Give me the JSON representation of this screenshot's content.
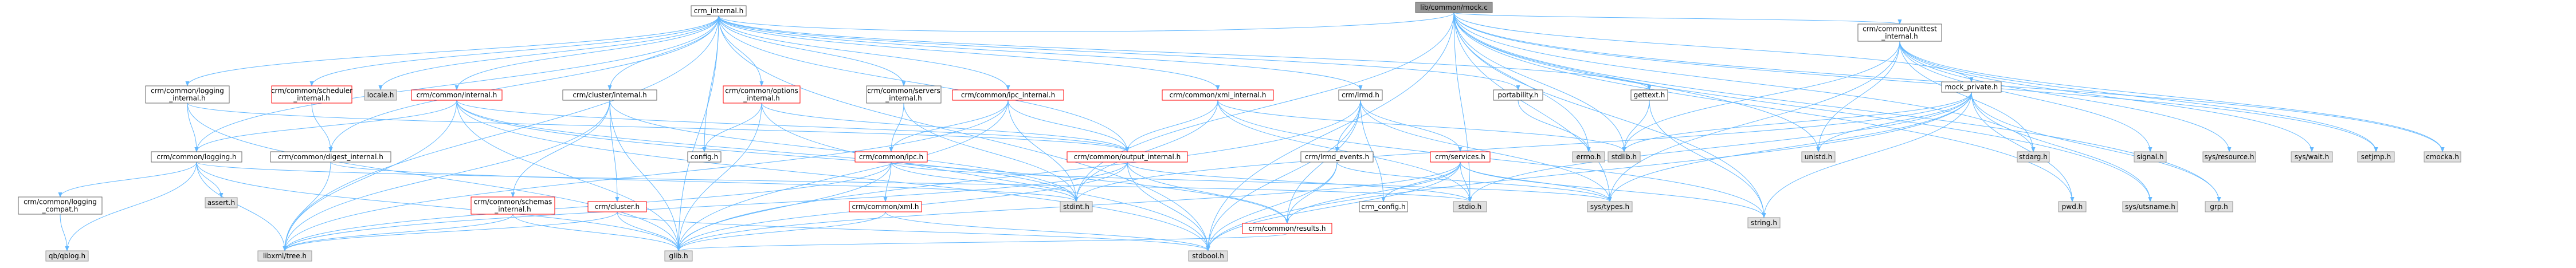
{
  "colors": {
    "edge": "#63b8ff",
    "node_fill": "#ffffff",
    "node_stroke_normal": "#666666",
    "node_stroke_expandable": "#ff0000",
    "leaf_fill": "#e0e0e0",
    "leaf_stroke": "#999999",
    "root_fill": "#999999",
    "root_stroke": "#666666",
    "text": "#000000",
    "text_expandable": "#000000"
  },
  "nodes": [
    {
      "id": "root",
      "label": [
        "lib/common/mock.c"
      ],
      "kind": "root"
    },
    {
      "id": "crm_internal",
      "label": [
        "crm_internal.h"
      ],
      "kind": "normal"
    },
    {
      "id": "unittest_internal",
      "label": [
        "crm/common/unittest",
        "_internal.h"
      ],
      "kind": "normal"
    },
    {
      "id": "mock_private",
      "label": [
        "mock_private.h"
      ],
      "kind": "normal"
    },
    {
      "id": "logging_internal",
      "label": [
        "crm/common/logging",
        "_internal.h"
      ],
      "kind": "normal"
    },
    {
      "id": "scheduler_internal",
      "label": [
        "crm/common/scheduler",
        "_internal.h"
      ],
      "kind": "red"
    },
    {
      "id": "locale",
      "label": [
        "locale.h"
      ],
      "kind": "leaf"
    },
    {
      "id": "common_internal",
      "label": [
        "crm/common/internal.h"
      ],
      "kind": "red"
    },
    {
      "id": "cluster_internal",
      "label": [
        "crm/cluster/internal.h"
      ],
      "kind": "normal"
    },
    {
      "id": "options_internal",
      "label": [
        "crm/common/options",
        "_internal.h"
      ],
      "kind": "red"
    },
    {
      "id": "servers_internal",
      "label": [
        "crm/common/servers",
        "_internal.h"
      ],
      "kind": "normal"
    },
    {
      "id": "ipc_internal",
      "label": [
        "crm/common/ipc_internal.h"
      ],
      "kind": "red"
    },
    {
      "id": "xml_internal",
      "label": [
        "crm/common/xml_internal.h"
      ],
      "kind": "red"
    },
    {
      "id": "lrmd",
      "label": [
        "crm/lrmd.h"
      ],
      "kind": "normal"
    },
    {
      "id": "portability",
      "label": [
        "portability.h"
      ],
      "kind": "normal"
    },
    {
      "id": "gettext",
      "label": [
        "gettext.h"
      ],
      "kind": "normal"
    },
    {
      "id": "logging",
      "label": [
        "crm/common/logging.h"
      ],
      "kind": "normal"
    },
    {
      "id": "digest_internal",
      "label": [
        "crm/common/digest_internal.h"
      ],
      "kind": "normal"
    },
    {
      "id": "config",
      "label": [
        "config.h"
      ],
      "kind": "normal"
    },
    {
      "id": "output_internal",
      "label": [
        "crm/common/output_internal.h"
      ],
      "kind": "red"
    },
    {
      "id": "ipc",
      "label": [
        "crm/common/ipc.h"
      ],
      "kind": "red"
    },
    {
      "id": "lrmd_events",
      "label": [
        "crm/lrmd_events.h"
      ],
      "kind": "normal"
    },
    {
      "id": "services",
      "label": [
        "crm/services.h"
      ],
      "kind": "red"
    },
    {
      "id": "errno",
      "label": [
        "errno.h"
      ],
      "kind": "leaf"
    },
    {
      "id": "stdlib",
      "label": [
        "stdlib.h"
      ],
      "kind": "leaf"
    },
    {
      "id": "unistd",
      "label": [
        "unistd.h"
      ],
      "kind": "leaf"
    },
    {
      "id": "logging_compat",
      "label": [
        "crm/common/logging",
        "_compat.h"
      ],
      "kind": "normal"
    },
    {
      "id": "assert",
      "label": [
        "assert.h"
      ],
      "kind": "leaf"
    },
    {
      "id": "schemas_internal",
      "label": [
        "crm/common/schemas",
        "_internal.h"
      ],
      "kind": "red"
    },
    {
      "id": "cluster",
      "label": [
        "crm/cluster.h"
      ],
      "kind": "red"
    },
    {
      "id": "xml",
      "label": [
        "crm/common/xml.h"
      ],
      "kind": "red"
    },
    {
      "id": "stdint",
      "label": [
        "stdint.h"
      ],
      "kind": "leaf"
    },
    {
      "id": "crm_config",
      "label": [
        "crm_config.h"
      ],
      "kind": "normal"
    },
    {
      "id": "results",
      "label": [
        "crm/common/results.h"
      ],
      "kind": "red"
    },
    {
      "id": "stdio",
      "label": [
        "stdio.h"
      ],
      "kind": "leaf"
    },
    {
      "id": "sys_types",
      "label": [
        "sys/types.h"
      ],
      "kind": "leaf"
    },
    {
      "id": "string",
      "label": [
        "string.h"
      ],
      "kind": "leaf"
    },
    {
      "id": "qb_log",
      "label": [
        "qb/qblog.h"
      ],
      "kind": "leaf"
    },
    {
      "id": "libxml_tree",
      "label": [
        "libxml/tree.h"
      ],
      "kind": "leaf"
    },
    {
      "id": "glib",
      "label": [
        "glib.h"
      ],
      "kind": "leaf"
    },
    {
      "id": "stdbool",
      "label": [
        "stdbool.h"
      ],
      "kind": "leaf"
    },
    {
      "id": "stdarg",
      "label": [
        "stdarg.h"
      ],
      "kind": "leaf"
    },
    {
      "id": "signal",
      "label": [
        "signal.h"
      ],
      "kind": "leaf"
    },
    {
      "id": "sys_resource",
      "label": [
        "sys/resource.h"
      ],
      "kind": "leaf"
    },
    {
      "id": "sys_wait",
      "label": [
        "sys/wait.h"
      ],
      "kind": "leaf"
    },
    {
      "id": "setjmp",
      "label": [
        "setjmp.h"
      ],
      "kind": "leaf"
    },
    {
      "id": "cmocka",
      "label": [
        "cmocka.h"
      ],
      "kind": "leaf"
    },
    {
      "id": "pwd",
      "label": [
        "pwd.h"
      ],
      "kind": "leaf"
    },
    {
      "id": "sys_utsname",
      "label": [
        "sys/utsname.h"
      ],
      "kind": "leaf"
    },
    {
      "id": "grp",
      "label": [
        "grp.h"
      ],
      "kind": "leaf"
    }
  ],
  "edges": [
    [
      "root",
      "crm_internal"
    ],
    [
      "root",
      "unittest_internal"
    ],
    [
      "root",
      "mock_private"
    ],
    [
      "root",
      "errno"
    ],
    [
      "root",
      "stdlib"
    ],
    [
      "root",
      "unistd"
    ],
    [
      "root",
      "sys_types"
    ],
    [
      "root",
      "stdio"
    ],
    [
      "root",
      "setjmp"
    ],
    [
      "root",
      "cmocka"
    ],
    [
      "root",
      "pwd"
    ],
    [
      "root",
      "sys_utsname"
    ],
    [
      "root",
      "grp"
    ],
    [
      "root",
      "stdarg"
    ],
    [
      "root",
      "stdint"
    ],
    [
      "root",
      "stdbool"
    ],
    [
      "root",
      "string"
    ],
    [
      "crm_internal",
      "logging_internal"
    ],
    [
      "crm_internal",
      "scheduler_internal"
    ],
    [
      "crm_internal",
      "locale"
    ],
    [
      "crm_internal",
      "common_internal"
    ],
    [
      "crm_internal",
      "cluster_internal"
    ],
    [
      "crm_internal",
      "options_internal"
    ],
    [
      "crm_internal",
      "servers_internal"
    ],
    [
      "crm_internal",
      "ipc_internal"
    ],
    [
      "crm_internal",
      "xml_internal"
    ],
    [
      "crm_internal",
      "lrmd"
    ],
    [
      "crm_internal",
      "portability"
    ],
    [
      "crm_internal",
      "gettext"
    ],
    [
      "crm_internal",
      "logging"
    ],
    [
      "crm_internal",
      "config"
    ],
    [
      "crm_internal",
      "output_internal"
    ],
    [
      "crm_internal",
      "digest_internal"
    ],
    [
      "crm_internal",
      "glib"
    ],
    [
      "crm_internal",
      "libxml_tree"
    ],
    [
      "crm_internal",
      "stdbool"
    ],
    [
      "unittest_internal",
      "stdarg"
    ],
    [
      "unittest_internal",
      "signal"
    ],
    [
      "unittest_internal",
      "sys_resource"
    ],
    [
      "unittest_internal",
      "sys_wait"
    ],
    [
      "unittest_internal",
      "setjmp"
    ],
    [
      "unittest_internal",
      "cmocka"
    ],
    [
      "unittest_internal",
      "unistd"
    ],
    [
      "unittest_internal",
      "stdlib"
    ],
    [
      "unittest_internal",
      "sys_types"
    ],
    [
      "mock_private",
      "pwd"
    ],
    [
      "mock_private",
      "sys_utsname"
    ],
    [
      "mock_private",
      "grp"
    ],
    [
      "mock_private",
      "unistd"
    ],
    [
      "mock_private",
      "stdlib"
    ],
    [
      "mock_private",
      "stdio"
    ],
    [
      "mock_private",
      "sys_types"
    ],
    [
      "mock_private",
      "string"
    ],
    [
      "mock_private",
      "stdbool"
    ],
    [
      "mock_private",
      "stdint"
    ],
    [
      "logging_internal",
      "logging"
    ],
    [
      "logging_internal",
      "glib"
    ],
    [
      "logging_internal",
      "output_internal"
    ],
    [
      "scheduler_internal",
      "digest_internal"
    ],
    [
      "common_internal",
      "output_internal"
    ],
    [
      "common_internal",
      "results"
    ],
    [
      "common_internal",
      "libxml_tree"
    ],
    [
      "common_internal",
      "glib"
    ],
    [
      "common_internal",
      "stdint"
    ],
    [
      "common_internal",
      "stdbool"
    ],
    [
      "common_internal",
      "logging"
    ],
    [
      "cluster_internal",
      "cluster"
    ],
    [
      "cluster_internal",
      "schemas_internal"
    ],
    [
      "cluster_internal",
      "glib"
    ],
    [
      "cluster_internal",
      "stdint"
    ],
    [
      "cluster_internal",
      "libxml_tree"
    ],
    [
      "options_internal",
      "config"
    ],
    [
      "options_internal",
      "glib"
    ],
    [
      "options_internal",
      "stdbool"
    ],
    [
      "options_internal",
      "output_internal"
    ],
    [
      "servers_internal",
      "ipc"
    ],
    [
      "servers_internal",
      "stdint"
    ],
    [
      "ipc_internal",
      "ipc"
    ],
    [
      "ipc_internal",
      "stdint"
    ],
    [
      "ipc_internal",
      "output_internal"
    ],
    [
      "ipc_internal",
      "glib"
    ],
    [
      "ipc_internal",
      "libxml_tree"
    ],
    [
      "xml_internal",
      "output_internal"
    ],
    [
      "xml_internal",
      "stdint"
    ],
    [
      "xml_internal",
      "stdlib"
    ],
    [
      "xml_internal",
      "stdio"
    ],
    [
      "xml_internal",
      "string"
    ],
    [
      "lrmd",
      "lrmd_events"
    ],
    [
      "lrmd",
      "services"
    ],
    [
      "lrmd",
      "stdbool"
    ],
    [
      "lrmd",
      "glib"
    ],
    [
      "lrmd",
      "crm_config"
    ],
    [
      "lrmd",
      "sys_types"
    ],
    [
      "lrmd",
      "results"
    ],
    [
      "portability",
      "errno"
    ],
    [
      "gettext",
      "stdlib"
    ],
    [
      "gettext",
      "string"
    ],
    [
      "logging",
      "logging_compat"
    ],
    [
      "logging",
      "assert"
    ],
    [
      "logging",
      "glib"
    ],
    [
      "logging",
      "qb_log"
    ],
    [
      "logging",
      "libxml_tree"
    ],
    [
      "logging",
      "stdio"
    ],
    [
      "digest_internal",
      "libxml_tree"
    ],
    [
      "digest_internal",
      "stdint"
    ],
    [
      "output_internal",
      "glib"
    ],
    [
      "output_internal",
      "stdbool"
    ],
    [
      "output_internal",
      "stdio"
    ],
    [
      "output_internal",
      "libxml_tree"
    ],
    [
      "output_internal",
      "results"
    ],
    [
      "ipc",
      "sys_types"
    ],
    [
      "ipc",
      "xml"
    ],
    [
      "ipc",
      "libxml_tree"
    ],
    [
      "ipc",
      "stdint"
    ],
    [
      "ipc",
      "glib"
    ],
    [
      "lrmd_events",
      "stdbool"
    ],
    [
      "lrmd_events",
      "sys_types"
    ],
    [
      "lrmd_events",
      "results"
    ],
    [
      "services",
      "glib"
    ],
    [
      "services",
      "stdio"
    ],
    [
      "services",
      "string"
    ],
    [
      "services",
      "stdbool"
    ],
    [
      "services",
      "sys_types"
    ],
    [
      "services",
      "crm_config"
    ],
    [
      "services",
      "results"
    ],
    [
      "logging_compat",
      "qb_log"
    ],
    [
      "schemas_internal",
      "glib"
    ],
    [
      "schemas_internal",
      "libxml_tree"
    ],
    [
      "cluster",
      "glib"
    ],
    [
      "cluster",
      "stdbool"
    ],
    [
      "cluster",
      "libxml_tree"
    ],
    [
      "xml",
      "glib"
    ],
    [
      "xml",
      "stdbool"
    ],
    [
      "results",
      "glib"
    ]
  ]
}
